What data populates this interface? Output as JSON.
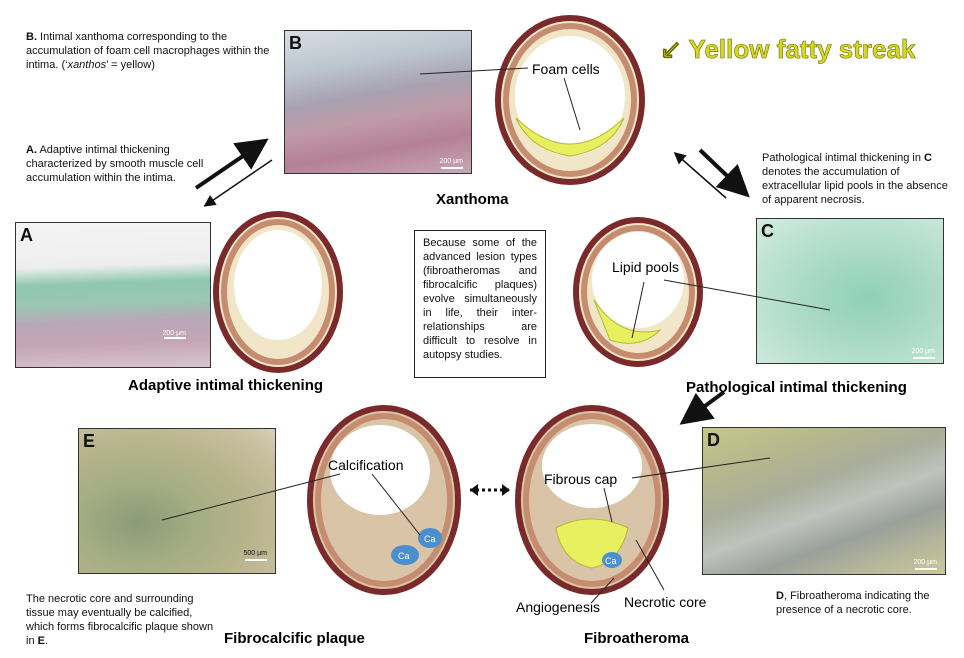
{
  "descriptions": {
    "b": {
      "letter": "B.",
      "text1": " Intimal xanthoma corresponding to the accumulation of foam cell macrophages within the intima. (‘",
      "italic": "xanthos",
      "text2": "’ = yellow)"
    },
    "a": {
      "letter": "A.",
      "text": " Adaptive intimal thickening characterized by smooth muscle cell accumulation within the intima."
    },
    "c": {
      "text1": "Pathological intimal thickening in ",
      "letter": "C",
      "text2": " denotes the accumulation of extracellular lipid pools in the absence of apparent necrosis."
    },
    "d": {
      "letter": "D",
      "text": ", Fibroatheroma indicating the presence of a necrotic core."
    },
    "e": {
      "text1": "The necrotic core and surrounding tissue may eventually be calcified, which forms fibrocalcific plaque shown in ",
      "letter": "E",
      "text2": "."
    }
  },
  "note": "Because some of the advanced lesion types (fibroatheromas and fibrocalcific plaques) evolve simultaneously in life, their inter-relationships are difficult to resolve in autopsy studies.",
  "title_yellow": "↙ Yellow fatty streak",
  "stage_labels": {
    "xanthoma": "Xanthoma",
    "adaptive": "Adaptive intimal thickening",
    "pathological": "Pathological intimal thickening",
    "fibrocalcific": "Fibrocalcific plaque",
    "fibroatheroma": "Fibroatheroma"
  },
  "callouts": {
    "foam_cells": "Foam cells",
    "lipid_pools": "Lipid pools",
    "calcification": "Calcification",
    "fibrous_cap": "Fibrous cap",
    "necrotic_core": "Necrotic core",
    "angiogenesis": "Angiogenesis",
    "ca": "Ca"
  },
  "photos": {
    "a": {
      "letter": "A",
      "scale": "200 µm"
    },
    "b": {
      "letter": "B",
      "scale": "200 µm"
    },
    "c": {
      "letter": "C",
      "scale": "200 µm"
    },
    "d": {
      "letter": "D",
      "scale": "200 µm"
    },
    "e": {
      "letter": "E",
      "scale": "500 µm"
    }
  },
  "colors": {
    "yellow_title": "#d8d820",
    "wall_outer": "#8a3a3a",
    "wall_mid": "#c98c78",
    "foam": "#e8f060",
    "calcium": "#4a8fd0",
    "histo_green": "#9ecfb8"
  }
}
